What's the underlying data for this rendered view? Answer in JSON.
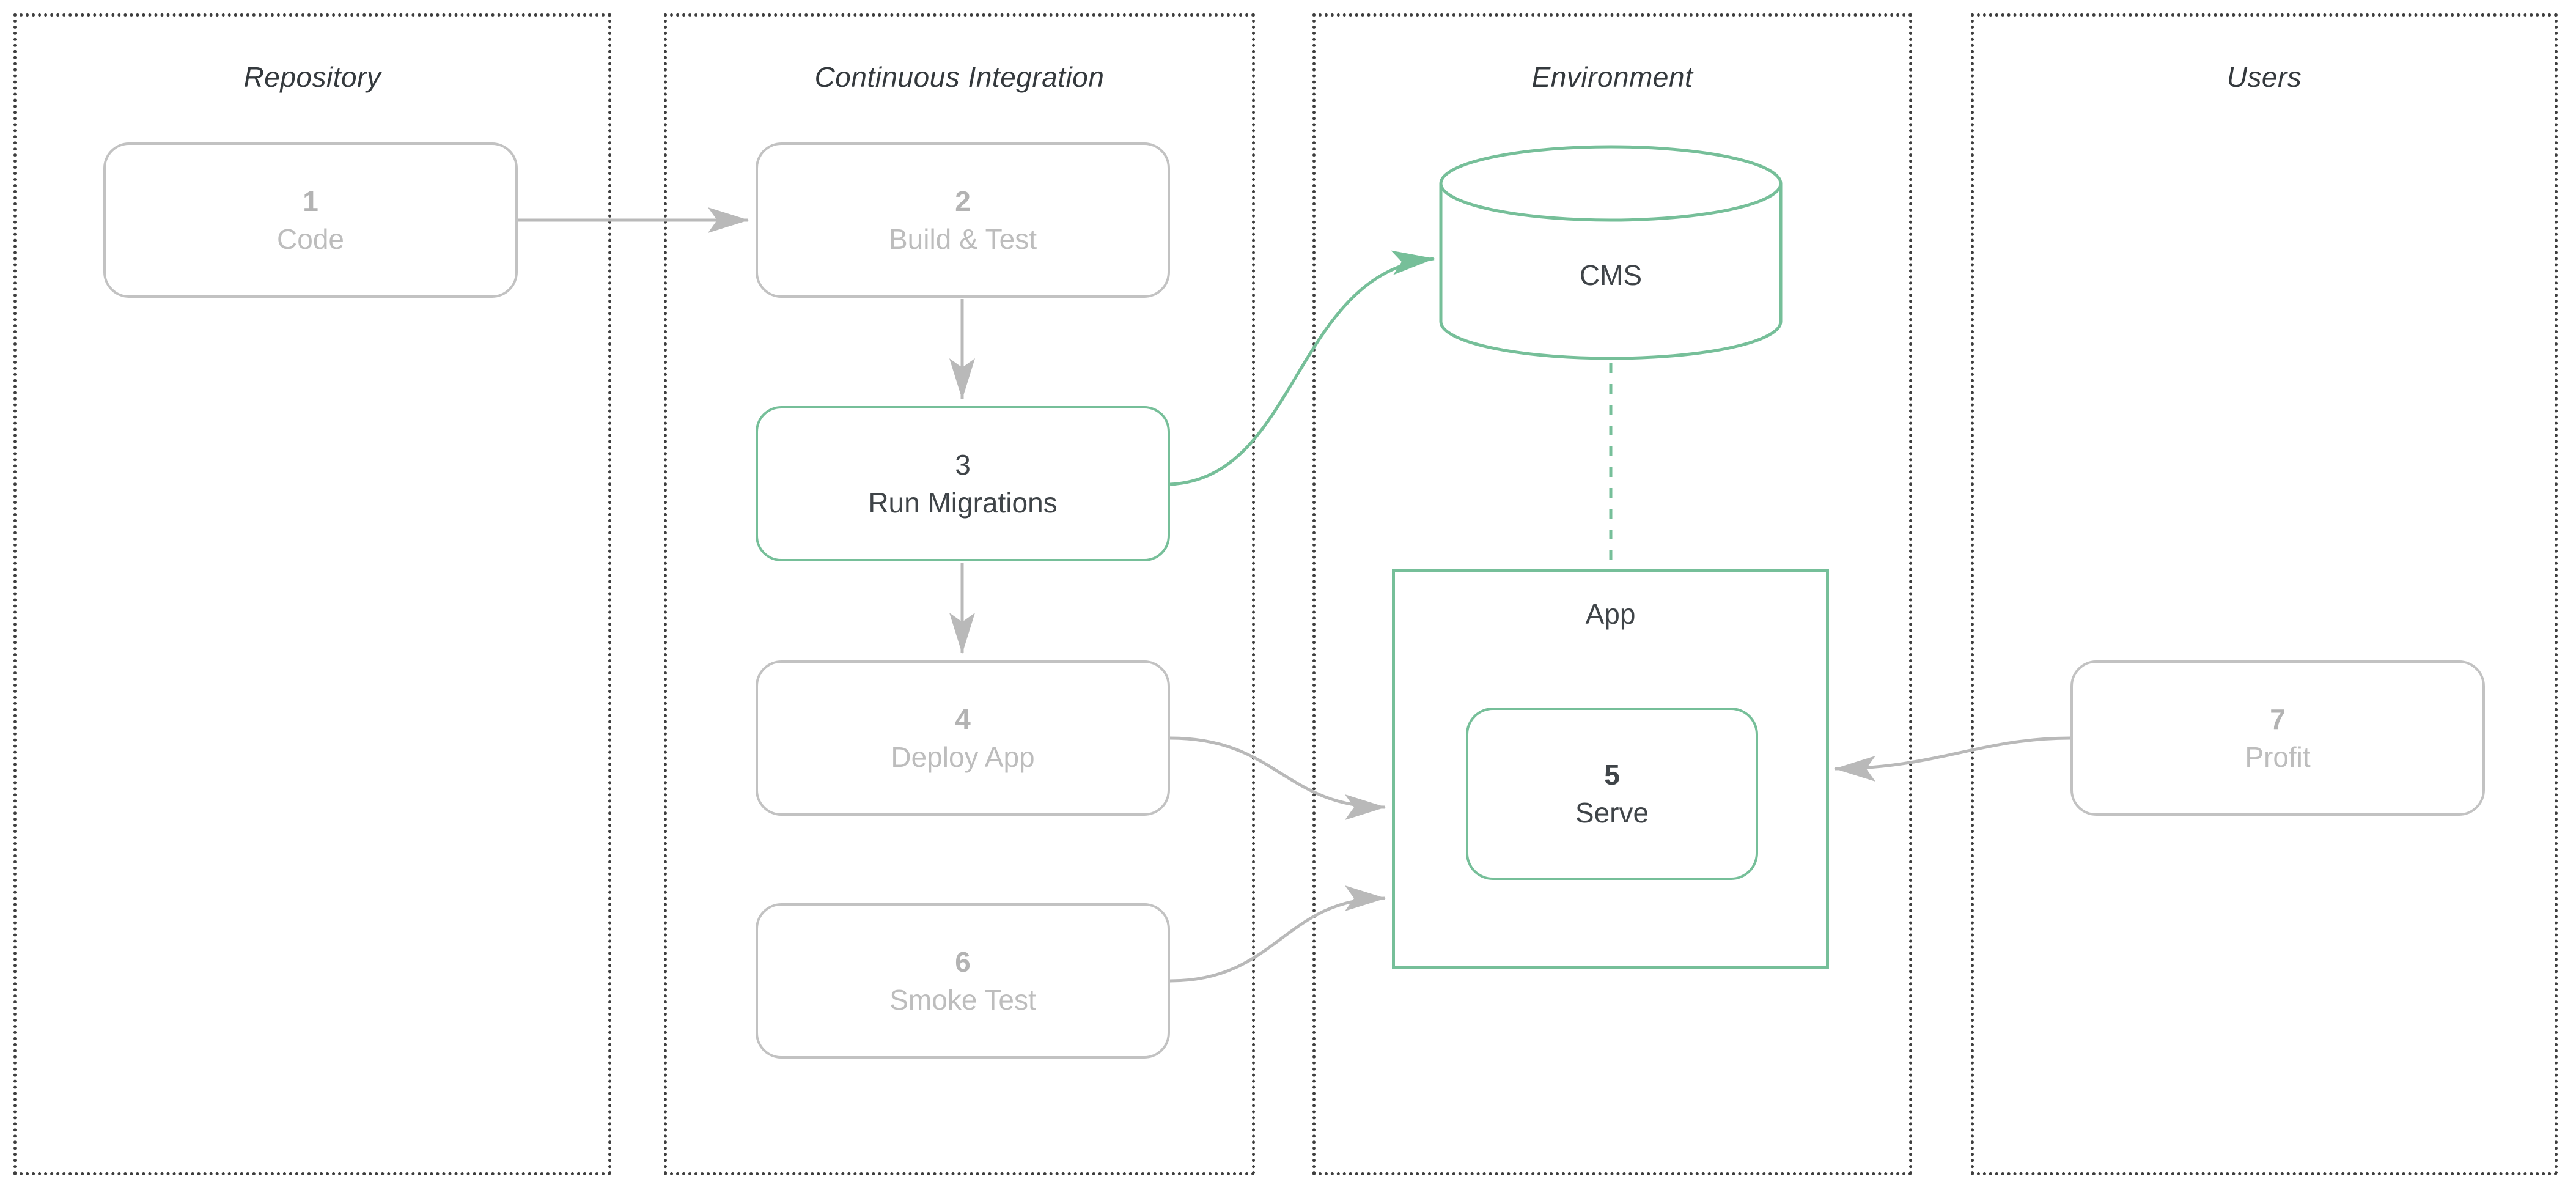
{
  "diagram": {
    "columns": [
      {
        "id": "repository",
        "title": "Repository"
      },
      {
        "id": "continuous-integration",
        "title": "Continuous Integration"
      },
      {
        "id": "environment",
        "title": "Environment"
      },
      {
        "id": "users",
        "title": "Users"
      }
    ],
    "nodes": [
      {
        "id": "code",
        "number": "1",
        "label": "Code",
        "state": "inactive"
      },
      {
        "id": "build-test",
        "number": "2",
        "label": "Build & Test",
        "state": "inactive"
      },
      {
        "id": "run-migrations",
        "number": "3",
        "label": "Run Migrations",
        "state": "active"
      },
      {
        "id": "deploy-app",
        "number": "4",
        "label": "Deploy App",
        "state": "inactive"
      },
      {
        "id": "serve",
        "number": "5",
        "label": "Serve",
        "state": "active"
      },
      {
        "id": "smoke-test",
        "number": "6",
        "label": "Smoke Test",
        "state": "inactive"
      },
      {
        "id": "profit",
        "number": "7",
        "label": "Profit",
        "state": "inactive"
      }
    ],
    "containers": [
      {
        "id": "cms",
        "label": "CMS",
        "shape": "cylinder",
        "state": "active"
      },
      {
        "id": "app",
        "label": "App",
        "shape": "rectangle",
        "state": "active"
      }
    ],
    "edges": [
      {
        "from": "code",
        "to": "build-test",
        "style": "solid",
        "color": "gray"
      },
      {
        "from": "build-test",
        "to": "run-migrations",
        "style": "solid",
        "color": "gray"
      },
      {
        "from": "run-migrations",
        "to": "deploy-app",
        "style": "solid",
        "color": "gray"
      },
      {
        "from": "run-migrations",
        "to": "cms",
        "style": "solid",
        "color": "green"
      },
      {
        "from": "deploy-app",
        "to": "app",
        "style": "solid",
        "color": "gray"
      },
      {
        "from": "smoke-test",
        "to": "app",
        "style": "solid",
        "color": "gray"
      },
      {
        "from": "profit",
        "to": "app",
        "style": "solid",
        "color": "gray"
      },
      {
        "from": "cms",
        "to": "app",
        "style": "dashed",
        "color": "green"
      }
    ],
    "colors": {
      "accent_green": "#76BF99",
      "box_border_gray": "#C2C2C2",
      "arrow_gray": "#B9B9B9",
      "text_gray": "#BDBDBD",
      "text_dark": "#3F4448",
      "header_dark": "#34393D",
      "column_border": "#3E3E3E",
      "background": "#FFFFFF"
    }
  }
}
